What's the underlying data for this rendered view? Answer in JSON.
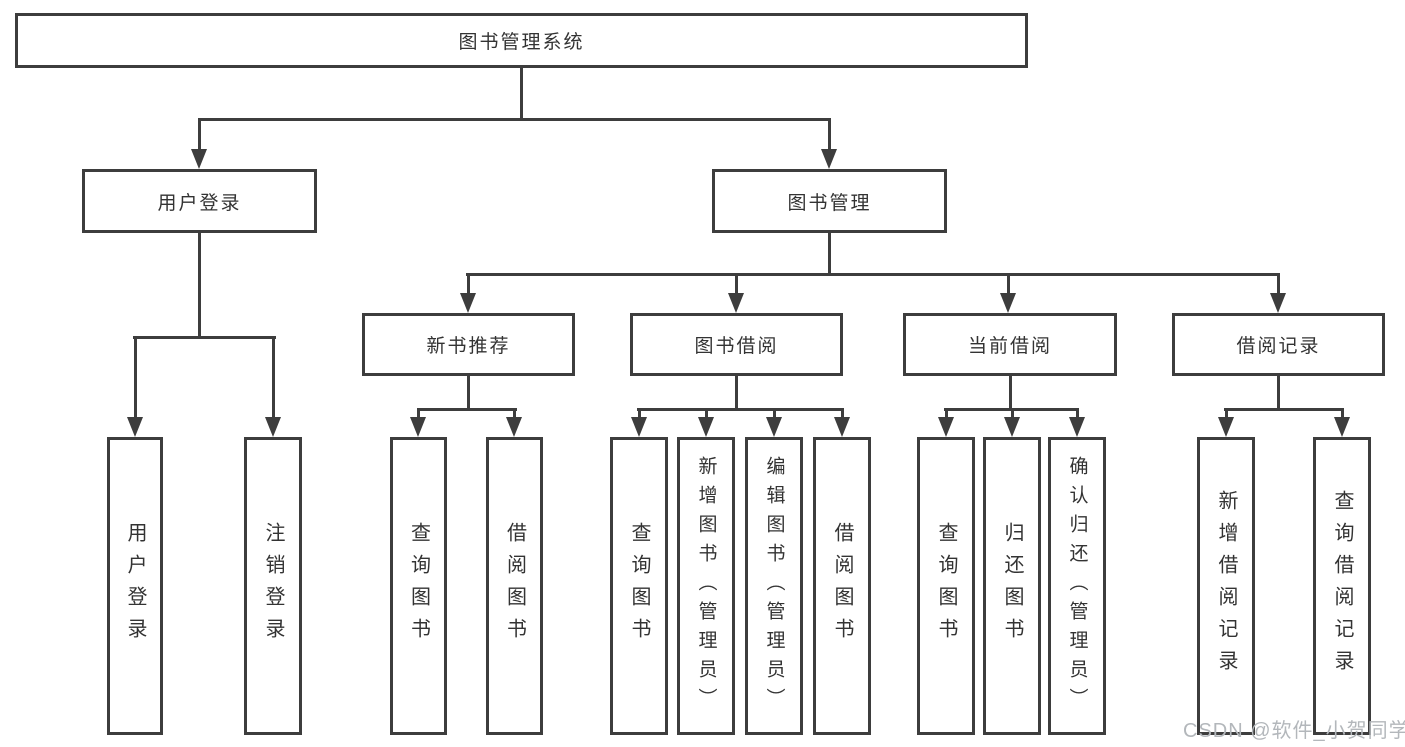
{
  "tree": {
    "root": "图书管理系统",
    "branches": [
      {
        "label": "用户登录",
        "children": [
          "用户登录",
          "注销登录"
        ]
      },
      {
        "label": "图书管理",
        "sections": [
          {
            "label": "新书推荐",
            "children": [
              "查询图书",
              "借阅图书"
            ]
          },
          {
            "label": "图书借阅",
            "children": [
              "查询图书",
              "新增图书（管理员）",
              "编辑图书（管理员）",
              "借阅图书"
            ]
          },
          {
            "label": "当前借阅",
            "children": [
              "查询图书",
              "归还图书",
              "确认归还（管理员）"
            ]
          },
          {
            "label": "借阅记录",
            "children": [
              "新增借阅记录",
              "查询借阅记录"
            ]
          }
        ]
      }
    ]
  },
  "watermark": "CSDN @软件_小贺同学",
  "colors": {
    "line": "#3d3d3d",
    "text": "#333333",
    "watermark": "#b3b7bb",
    "background": "#ffffff"
  }
}
